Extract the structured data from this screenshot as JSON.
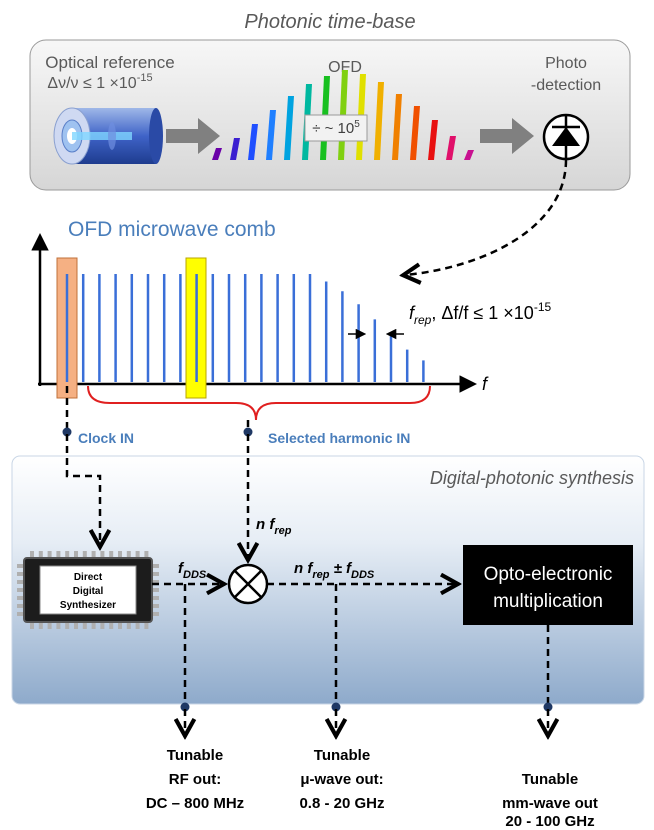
{
  "top": {
    "title": "Photonic time-base",
    "optical_reference": {
      "line1": "Optical reference",
      "line2": "Δν/ν ≤ 1 ×10",
      "exp": "-15"
    },
    "ofd_label": "OFD",
    "division_base": "÷ ~ 10",
    "division_exp": "5",
    "photodetection": {
      "line1": "Photo",
      "line2": "-detection"
    }
  },
  "comb": {
    "title": "OFD microwave comb",
    "axis_f": "f",
    "frep_symbol": "f",
    "frep_sub": "rep",
    "frep_rest": ", Δf/f ≤ 1 ×10",
    "frep_exp": "-15",
    "tooth_levels": [
      1,
      1,
      1,
      1,
      1,
      1,
      1,
      1,
      1,
      1,
      1,
      1,
      1,
      1,
      1,
      1,
      0.93,
      0.84,
      0.72,
      0.58,
      0.44,
      0.3,
      0.2
    ],
    "clock_in": "Clock IN",
    "selected_harmonic_in": "Selected harmonic IN"
  },
  "synth": {
    "title": "Digital-photonic synthesis",
    "dds_chip": [
      "Direct",
      "Digital",
      "Synthesizer"
    ],
    "fdds": {
      "f": "f",
      "sub": "DDS"
    },
    "n_frep": {
      "n": "n f",
      "sub": "rep"
    },
    "mix_out": {
      "n": "n f",
      "sub1": "rep",
      "mid": " ± f",
      "sub2": "DDS"
    },
    "oe_box": [
      "Opto-electronic",
      "multiplication"
    ]
  },
  "outputs": [
    {
      "lines": [
        "Tunable",
        "RF out:",
        "DC – 800 MHz"
      ]
    },
    {
      "lines": [
        "Tunable",
        "μ-wave out:",
        "0.8 - 20 GHz"
      ]
    },
    {
      "lines": [
        "Tunable",
        "mm-wave out",
        "20 - 100 GHz"
      ]
    }
  ],
  "colors": {
    "comb_blue": "#3a6fd8",
    "label_blue": "#4a7ebb",
    "red_brace": "#e02020",
    "clock_highlight": "#f5b083",
    "selected_highlight": "#ffff00",
    "arrow_gray": "#808080"
  }
}
